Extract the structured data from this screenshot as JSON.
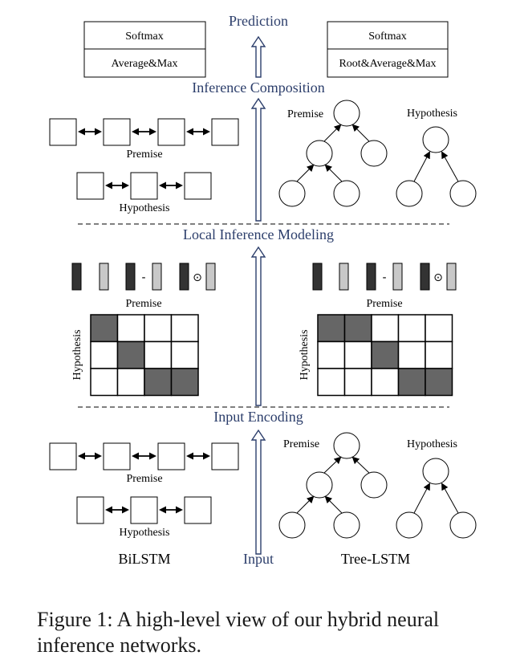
{
  "stages": {
    "prediction": "Prediction",
    "inference_composition": "Inference Composition",
    "local_inference_modeling": "Local Inference Modeling",
    "input_encoding": "Input Encoding",
    "input": "Input"
  },
  "pooling": {
    "left": {
      "softmax": "Softmax",
      "pool": "Average&Max"
    },
    "right": {
      "softmax": "Softmax",
      "pool": "Root&Average&Max"
    }
  },
  "labels": {
    "premise": "Premise",
    "hypothesis": "Hypothesis",
    "bilstm": "BiLSTM",
    "tree_lstm": "Tree-LSTM"
  },
  "operators": {
    "minus": "-",
    "product": "⊙"
  },
  "attention": {
    "left_dark_cells": [
      [
        0,
        0
      ],
      [
        1,
        1
      ],
      [
        2,
        2
      ],
      [
        2,
        3
      ]
    ],
    "right_dark_cells": [
      [
        0,
        0
      ],
      [
        0,
        1
      ],
      [
        1,
        2
      ],
      [
        2,
        3
      ],
      [
        2,
        4
      ]
    ]
  },
  "colors": {
    "stage_text": "#2c3e6b",
    "dark_fill": "#666666",
    "arrow_stroke": "#2c3e6b"
  },
  "caption": "Figure 1: A high-level view of our hybrid neural inference networks."
}
